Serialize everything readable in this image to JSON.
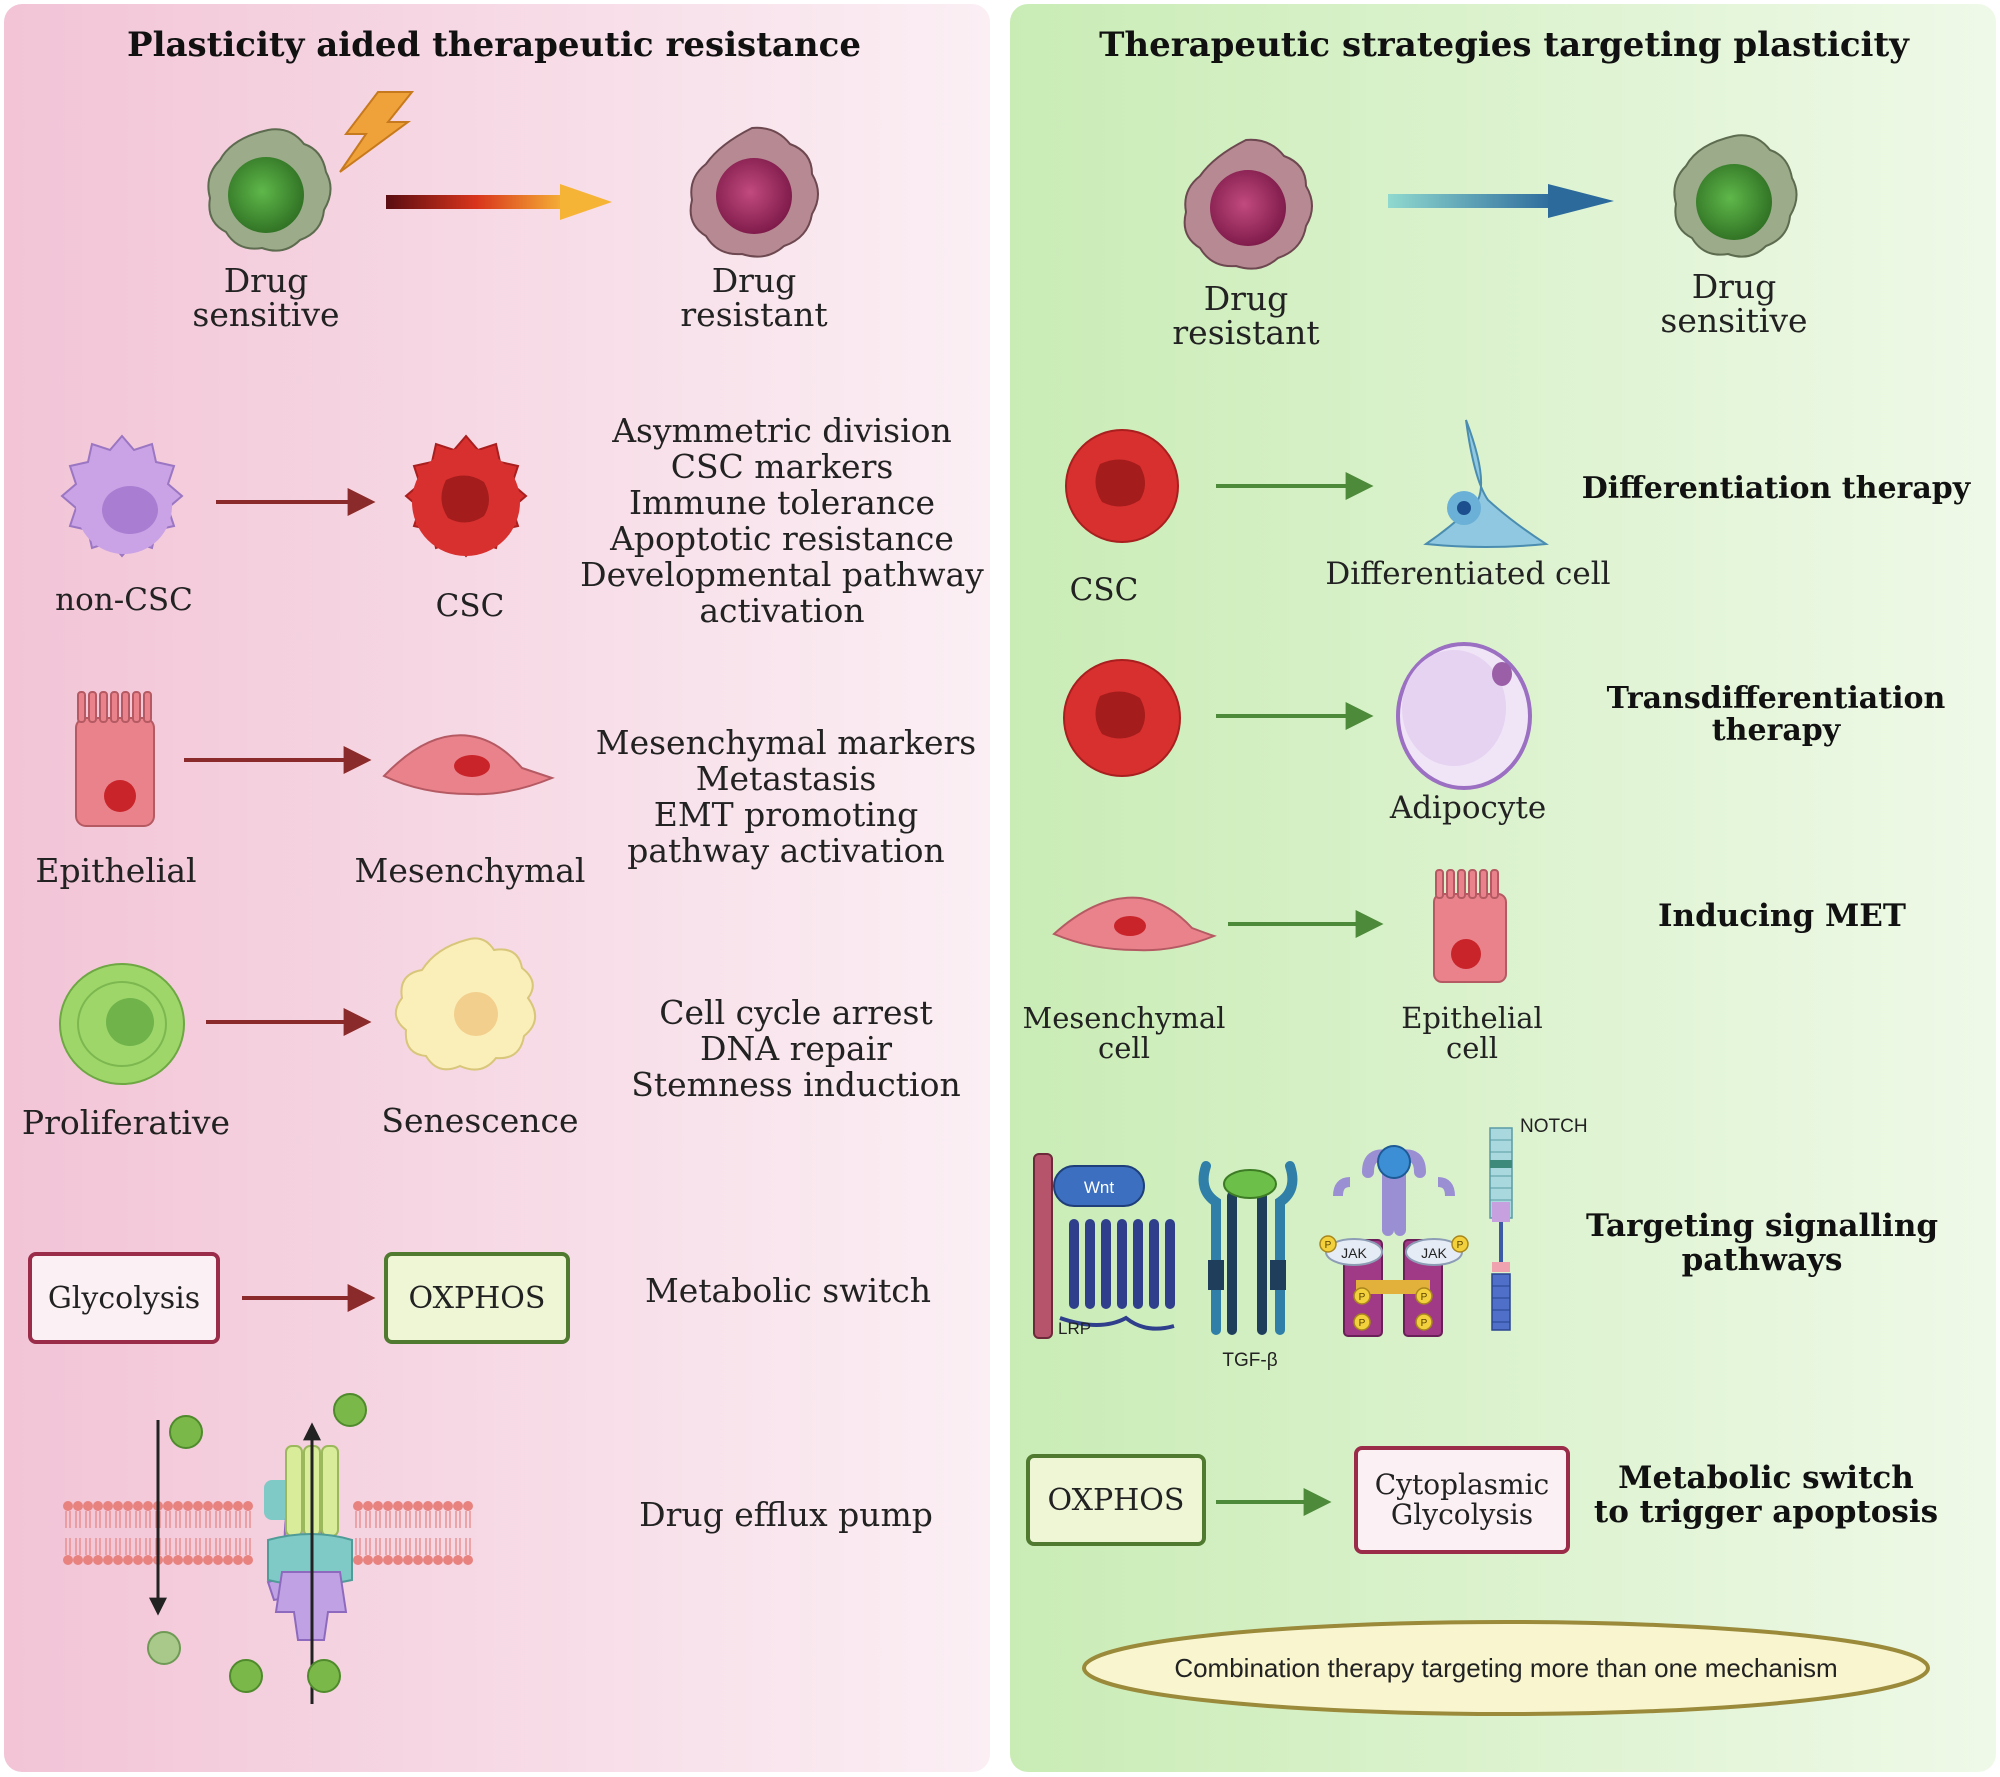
{
  "left_panel": {
    "title": "Plasticity aided therapeutic resistance",
    "drug_sensitive": [
      "Drug",
      "sensitive"
    ],
    "drug_resistant": [
      "Drug",
      "resistant"
    ],
    "non_csc": "non-CSC",
    "csc": "CSC",
    "csc_traits": [
      "Asymmetric division",
      "CSC markers",
      "Immune tolerance",
      "Apoptotic resistance",
      "Developmental pathway",
      "activation"
    ],
    "epithelial": "Epithelial",
    "mesenchymal": "Mesenchymal",
    "emt_traits": [
      "Mesenchymal markers",
      "Metastasis",
      "EMT promoting",
      "pathway activation"
    ],
    "proliferative": "Proliferative",
    "senescence": "Senescence",
    "senescence_traits": [
      "Cell cycle arrest",
      "DNA repair",
      "Stemness induction"
    ],
    "glycolysis": "Glycolysis",
    "oxphos": "OXPHOS",
    "metabolic_switch": "Metabolic switch",
    "drug_efflux": "Drug efflux pump"
  },
  "right_panel": {
    "title": "Therapeutic strategies targeting plasticity",
    "drug_resistant": [
      "Drug",
      "resistant"
    ],
    "drug_sensitive": [
      "Drug",
      "sensitive"
    ],
    "csc": "CSC",
    "differentiated_cell": "Differentiated cell",
    "differentiation_therapy": "Differentiation therapy",
    "adipocyte": "Adipocyte",
    "transdifferentiation_therapy": [
      "Transdifferentiation",
      "therapy"
    ],
    "mesenchymal_cell": [
      "Mesenchymal",
      "cell"
    ],
    "epithelial_cell": [
      "Epithelial",
      "cell"
    ],
    "inducing_met": "Inducing MET",
    "wnt": "Wnt",
    "lrp": "LRP",
    "tgfb": "TGF-β",
    "jak": "JAK",
    "p": "P",
    "notch": "NOTCH",
    "targeting_signalling": [
      "Targeting signalling",
      "pathways"
    ],
    "oxphos": "OXPHOS",
    "cytoplasmic_glycolysis": [
      "Cytoplasmic",
      "Glycolysis"
    ],
    "metabolic_apoptosis": [
      "Metabolic switch",
      "to trigger apoptosis"
    ],
    "combination_therapy": "Combination therapy targeting more than one mechanism"
  },
  "colors": {
    "left_bg_start": "#f3c9da",
    "left_bg_end": "#fbeef3",
    "right_bg_start": "#cdeebc",
    "right_bg_end": "#eef9e6",
    "red_arrow": "#8a2a2a",
    "green_arrow": "#4d8a3a",
    "csc_red": "#d8302f",
    "sensitive_green": "#4f8f3a",
    "resistant_purple": "#9a3560"
  }
}
